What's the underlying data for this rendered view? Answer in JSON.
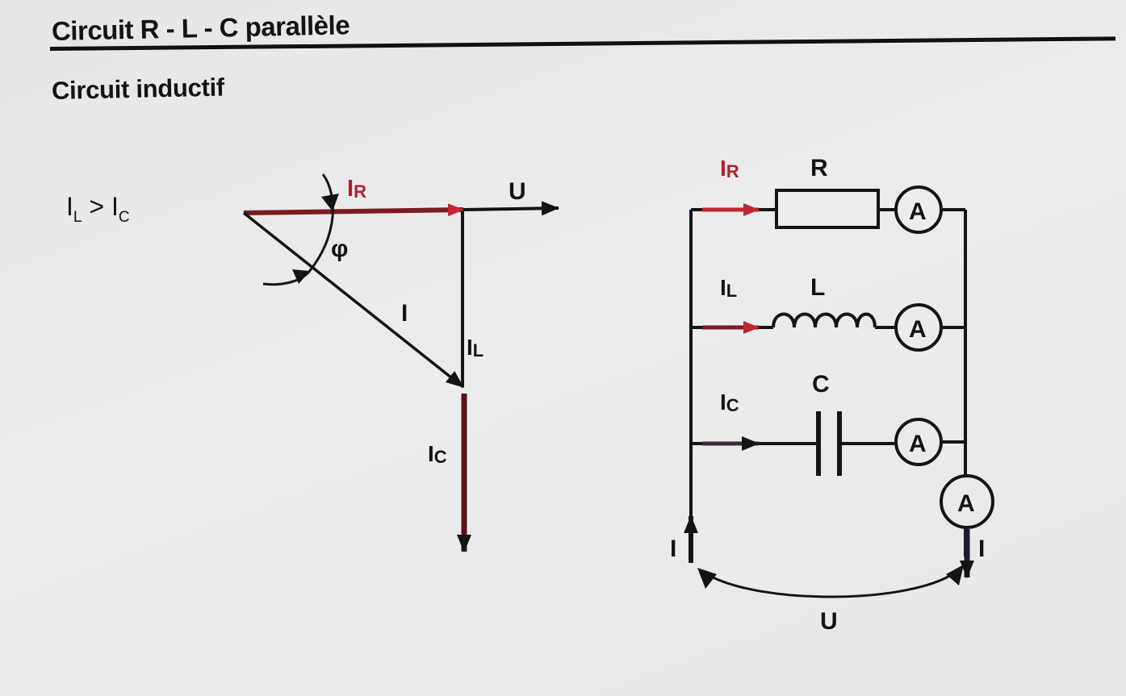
{
  "title": "Circuit R - L - C parallèle",
  "subtitle": "Circuit inductif",
  "condition": {
    "left": "I",
    "left_sub": "L",
    "op": ">",
    "right": "I",
    "right_sub": "C"
  },
  "phasor": {
    "label_IR": "I",
    "label_IR_sub": "R",
    "label_U": "U",
    "label_phi": "φ",
    "label_I": "I",
    "label_IL": "I",
    "label_IL_sub": "L",
    "label_IC": "I",
    "label_IC_sub": "C"
  },
  "circuit": {
    "branch_R": {
      "current": "I",
      "current_sub": "R",
      "component": "R",
      "meter": "A"
    },
    "branch_L": {
      "current": "I",
      "current_sub": "L",
      "component": "L",
      "meter": "A"
    },
    "branch_C": {
      "current": "I",
      "current_sub": "C",
      "component": "C",
      "meter": "A"
    },
    "main_meter": "A",
    "current_in": "I",
    "current_out": "I",
    "voltage": "U"
  },
  "colors": {
    "red_arrow": "#b3202a",
    "dark_red": "#6b1a1c",
    "ink": "#141414"
  }
}
